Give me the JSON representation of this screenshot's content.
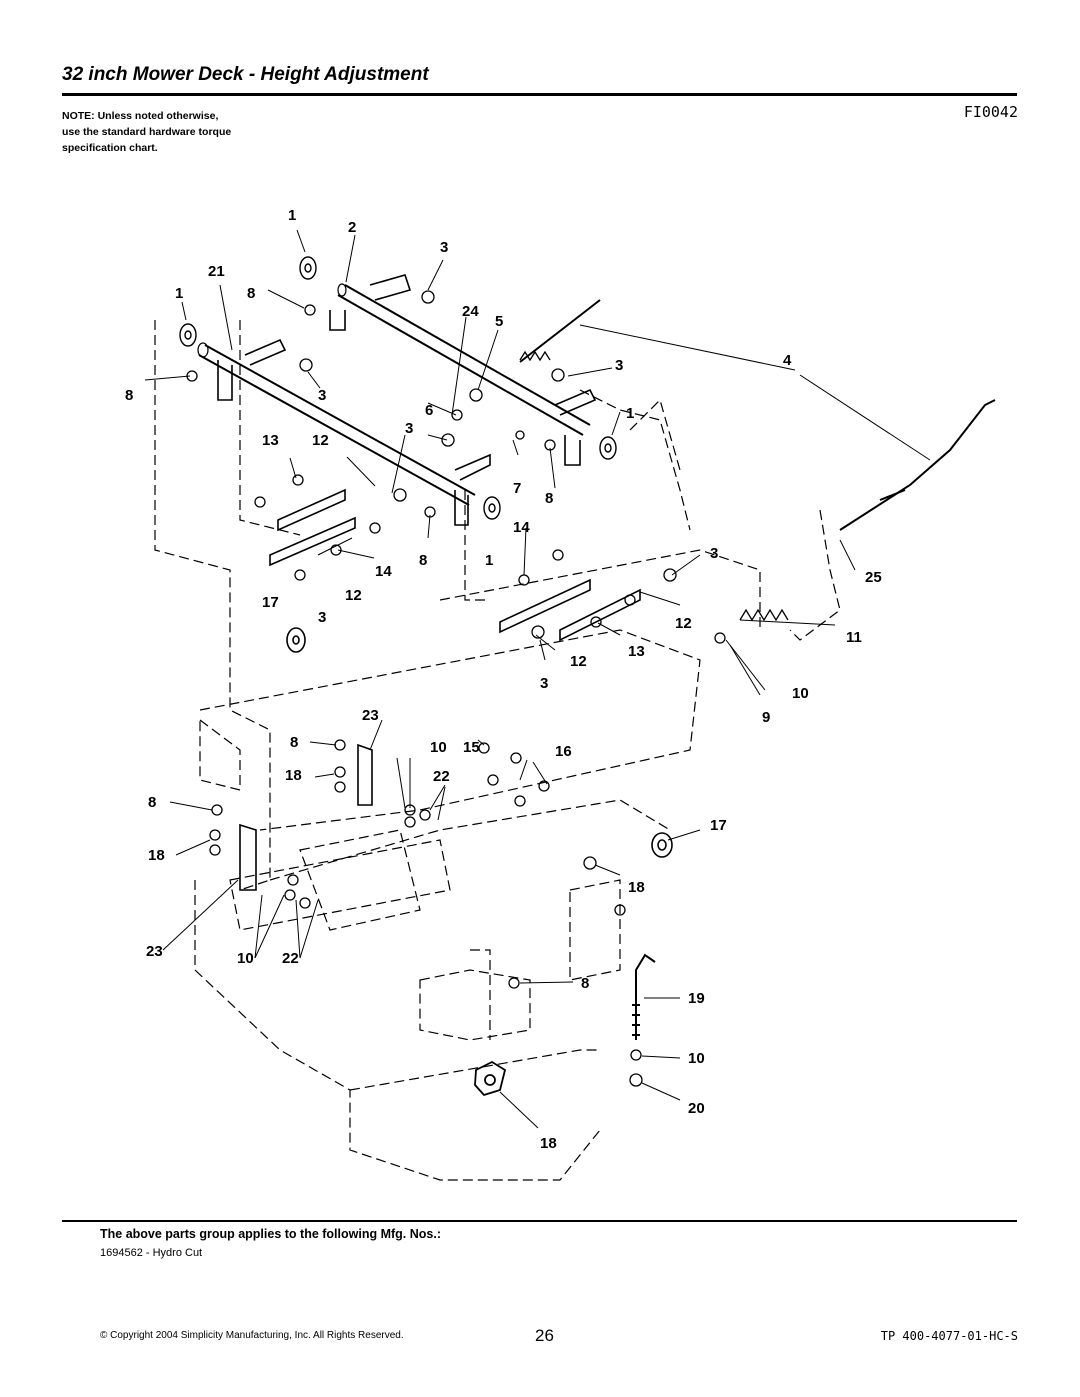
{
  "header": {
    "title": "32 inch Mower Deck - Height Adjustment",
    "note_lines": [
      "NOTE: Unless noted otherwise,",
      "use the standard hardware torque",
      "specification chart."
    ],
    "figure_code": "FI0042"
  },
  "diagram": {
    "callouts": [
      "1",
      "2",
      "3",
      "21",
      "1",
      "8",
      "24",
      "5",
      "3",
      "4",
      "8",
      "3",
      "6",
      "1",
      "13",
      "12",
      "3",
      "7",
      "8",
      "14",
      "14",
      "8",
      "1",
      "3",
      "17",
      "12",
      "3",
      "25",
      "12",
      "11",
      "13",
      "12",
      "3",
      "10",
      "23",
      "9",
      "8",
      "10",
      "15",
      "16",
      "18",
      "22",
      "8",
      "17",
      "18",
      "18",
      "23",
      "10",
      "22",
      "8",
      "19",
      "10",
      "20",
      "18"
    ]
  },
  "footer": {
    "applies_heading": "The above parts group applies to the following Mfg. Nos.:",
    "mfg_number": "1694562 - Hydro Cut",
    "copyright": "© Copyright 2004 Simplicity Manufacturing, Inc. All Rights Reserved.",
    "page_number": "26",
    "document_number": "TP 400-4077-01-HC-S"
  }
}
